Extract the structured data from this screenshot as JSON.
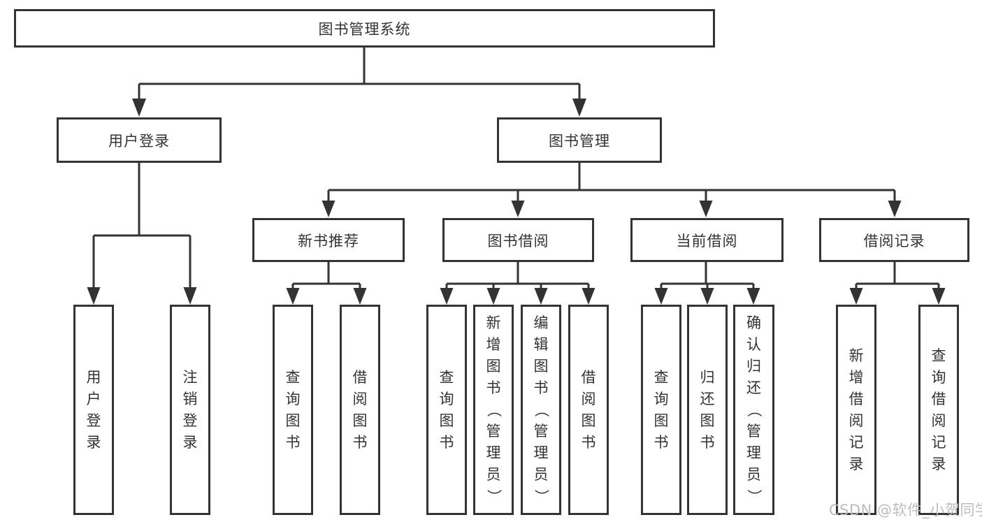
{
  "diagram": {
    "type": "hierarchy-tree",
    "colors": {
      "line": "#333333",
      "box_border": "#333333",
      "box_fill": "#ffffff",
      "text": "#333333",
      "watermark": "#bdbdbd",
      "background": "#ffffff"
    },
    "tree": {
      "label": "图书管理系统",
      "children": [
        {
          "label": "用户登录",
          "children": [
            {
              "label": "用户登录"
            },
            {
              "label": "注销登录"
            }
          ]
        },
        {
          "label": "图书管理",
          "children": [
            {
              "label": "新书推荐",
              "children": [
                {
                  "label": "查询图书"
                },
                {
                  "label": "借阅图书"
                }
              ]
            },
            {
              "label": "图书借阅",
              "children": [
                {
                  "label": "查询图书"
                },
                {
                  "label": "新增图书（管理员）"
                },
                {
                  "label": "编辑图书（管理员）"
                },
                {
                  "label": "借阅图书"
                }
              ]
            },
            {
              "label": "当前借阅",
              "children": [
                {
                  "label": "查询图书"
                },
                {
                  "label": "归还图书"
                },
                {
                  "label": "确认归还（管理员）"
                }
              ]
            },
            {
              "label": "借阅记录",
              "children": [
                {
                  "label": "新增借阅记录"
                },
                {
                  "label": "查询借阅记录"
                }
              ]
            }
          ]
        }
      ]
    },
    "watermark": {
      "text": "CSDN @软件_小贺同学"
    }
  }
}
